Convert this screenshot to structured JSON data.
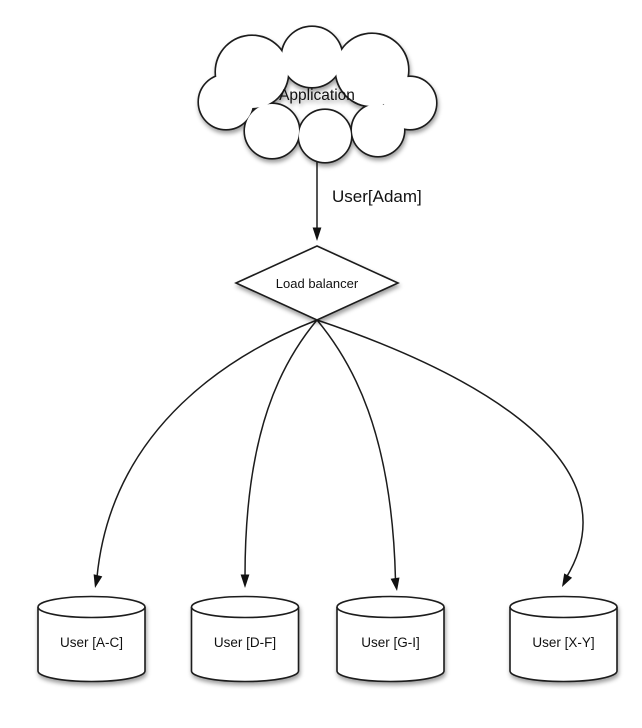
{
  "diagram": {
    "nodes": {
      "application": {
        "label": "Application",
        "shape": "cloud"
      },
      "load_balancer": {
        "label": "Load balancer",
        "shape": "decision-diamond"
      },
      "shard_ac": {
        "label": "User [A-C]",
        "shape": "database-cylinder"
      },
      "shard_df": {
        "label": "User [D-F]",
        "shape": "database-cylinder"
      },
      "shard_gi": {
        "label": "User [G-I]",
        "shape": "database-cylinder"
      },
      "shard_xy": {
        "label": "User [X-Y]",
        "shape": "database-cylinder"
      }
    },
    "edges": [
      {
        "from": "application",
        "to": "load_balancer",
        "label": "User[Adam]"
      },
      {
        "from": "load_balancer",
        "to": "shard_ac",
        "label": ""
      },
      {
        "from": "load_balancer",
        "to": "shard_df",
        "label": ""
      },
      {
        "from": "load_balancer",
        "to": "shard_gi",
        "label": ""
      },
      {
        "from": "load_balancer",
        "to": "shard_xy",
        "label": ""
      }
    ],
    "colors": {
      "stroke": "#1c1c1c",
      "shape_fill": "#ffffff",
      "text": "#111111",
      "background": "#ffffff"
    }
  }
}
